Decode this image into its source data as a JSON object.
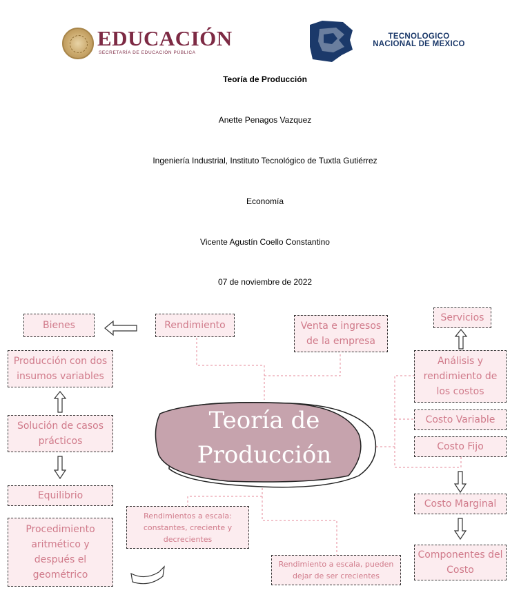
{
  "header": {
    "edu_title": "EDUCACIÓN",
    "edu_subtitle": "SECRETARÍA DE EDUCACIÓN PÚBLICA",
    "tec_name_line1": "TECNOLOGICO",
    "tec_name_line2": "NACIONAL DE MEXICO",
    "colors": {
      "edu": "#7d2a44",
      "tec": "#1b396a"
    }
  },
  "cover": {
    "title": "Teoría de Producción",
    "author": "Anette Penagos Vazquez",
    "institution": "Ingeniería Industrial, Instituto Tecnológico de Tuxtla Gutiérrez",
    "subject": "Economía",
    "teacher": "Vicente Agustín Coello Constantino",
    "date": "07 de noviembre de 2022"
  },
  "map": {
    "center": "Teoría de Producción",
    "colors": {
      "box_fill": "#fcecef",
      "text": "#d07a8a",
      "bubble": "#c6a3ad",
      "connector": "#e48a9a"
    },
    "nodes": {
      "bienes": "Bienes",
      "rendimiento": "Rendimiento",
      "venta": "Venta e ingresos de la empresa",
      "servicios": "Servicios",
      "produccion": "Producción con dos insumos variables",
      "analisis": "Análisis y rendimiento de los costos",
      "solucion": "Solución de casos prácticos",
      "costo_variable": "Costo Variable",
      "costo_fijo": "Costo Fijo",
      "equilibrio": "Equilibrio",
      "costo_marginal": "Costo Marginal",
      "rend_escala": "Rendimientos a escala: constantes, creciente y decrecientes",
      "procedimiento": "Procedimiento aritmético y después el geométrico",
      "componentes": "Componentes del Costo",
      "rend_dejar": "Rendimiento a escala, pueden dejar de ser crecientes"
    }
  }
}
